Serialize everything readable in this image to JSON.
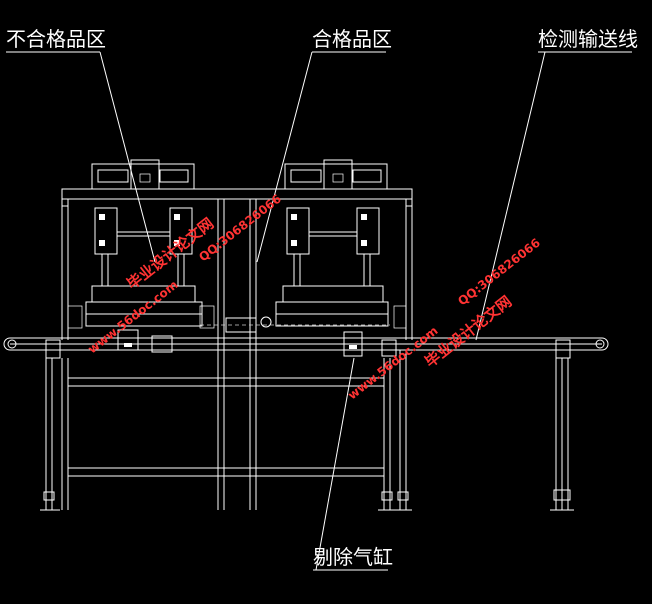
{
  "labels": {
    "reject_zone": "不合格品区",
    "accept_zone": "合格品区",
    "inspection_line": "检测输送线",
    "reject_cylinder": "剔除气缸"
  },
  "watermarks": {
    "site": "毕业设计论文网",
    "url": "www.56doc.com",
    "qq": "QQ:306826066"
  },
  "colors": {
    "background": "#000000",
    "line": "#ffffff",
    "watermark": "#ff3333"
  }
}
